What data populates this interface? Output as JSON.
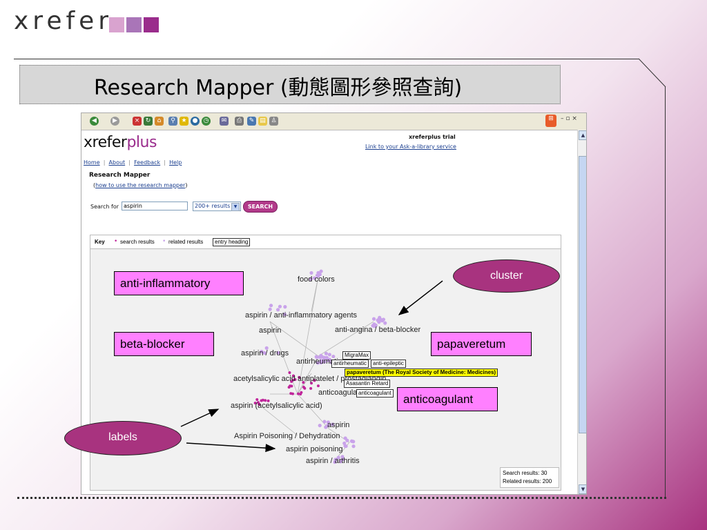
{
  "logo": {
    "text": "xrefer",
    "squares": [
      "#d9a3cf",
      "#a975b8",
      "#9a2c8c"
    ]
  },
  "slide": {
    "title": "Research Mapper (動態圖形參照查詢)"
  },
  "app": {
    "brand_main": "xrefer",
    "brand_plus": "plus",
    "trial_label": "xreferplus trial",
    "ask_link": "Link to your Ask-a-library service",
    "nav": [
      "Home",
      "About",
      "Feedback",
      "Help"
    ],
    "page_heading": "Research Mapper",
    "howto_open": "(",
    "howto_link": "how to use the research mapper",
    "howto_close": ")",
    "search_label": "Search for",
    "search_value": "aspirin",
    "results_option": "200+ results",
    "search_button": "SEARCH"
  },
  "key": {
    "title": "Key",
    "search_results": "search results",
    "related_results": "related results",
    "entry_heading": "entry heading"
  },
  "map": {
    "terms": [
      "food colors",
      "aspirin / anti-inflammatory agents",
      "aspirin",
      "anti-angina / beta-blocker",
      "aspirin / drugs",
      "antirheumatic",
      "acetylsalicylic acid",
      "antiplatelet / prostaglandin",
      "anticoagulant",
      "aspirin (acetylsalicylic acid)",
      "aspirin",
      "Aspirin Poisoning / Dehydration",
      "aspirin poisoning",
      "aspirin / arthritis"
    ],
    "small_labels": [
      "MigraMax",
      "antirheumatic",
      "anti-epileptic",
      "papaveretum (The Royal Society of Medicine: Medicines)",
      "Asasantin Retard",
      "anticoagulant"
    ],
    "stats": {
      "search_results": "Search results: 30",
      "related_results": "Related results: 200"
    }
  },
  "annotations": {
    "anti_inflammatory": "anti-inflammatory",
    "beta_blocker": "beta-blocker",
    "papaveretum": "papaveretum",
    "anticoagulant": "anticoagulant",
    "cluster": "cluster",
    "labels": "labels"
  },
  "colors": {
    "accent": "#a8337f",
    "callout_fill": "#ff80ff",
    "highlight": "#ffff00",
    "search_node": "#c0269b",
    "related_node": "#c9a3ea"
  }
}
